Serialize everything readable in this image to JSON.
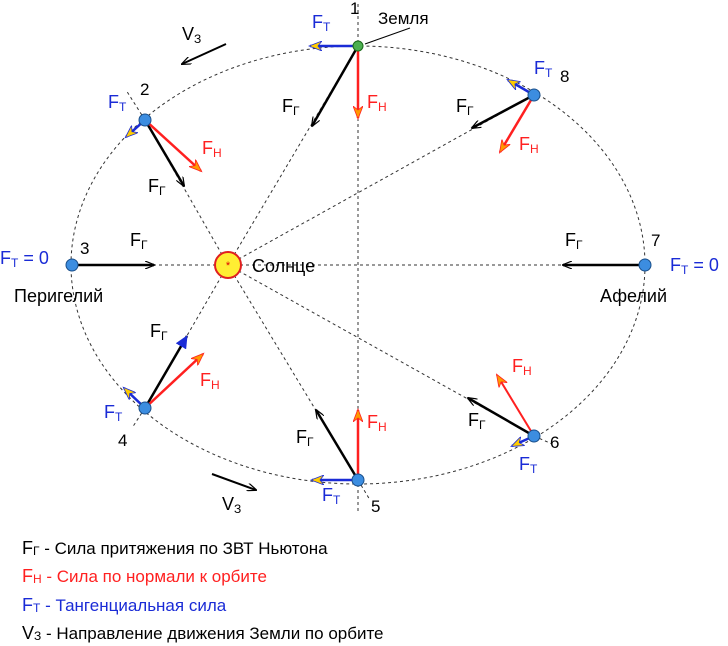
{
  "colors": {
    "gravity": "#000000",
    "normal": "#ff2020",
    "tangent": "#1a2bd6",
    "orange": "#ff9900",
    "earth": "#3c8de0",
    "sun": "#ffee33"
  },
  "labels": {
    "earth": "Земля",
    "sun": "Солнце",
    "perihelion": "Перигелий",
    "aphelion": "Афелий",
    "F": "F",
    "V": "V",
    "sub_g": "Г",
    "sub_n": "Н",
    "sub_t": "Т",
    "sub_z": "З",
    "zero": " = 0",
    "points": [
      "1",
      "2",
      "3",
      "4",
      "5",
      "6",
      "7",
      "8"
    ]
  },
  "legend": [
    {
      "sym": "F",
      "sub": "Г",
      "text": " - Сила притяжения по ЗВТ Ньютона",
      "color": "#000000"
    },
    {
      "sym": "F",
      "sub": "Н",
      "text": " - Сила по нормали к орбите",
      "color": "#ff2020"
    },
    {
      "sym": "F",
      "sub": "Т",
      "text": " - Тангенциальная сила",
      "color": "#1a2bd6"
    },
    {
      "sym": "V",
      "sub": "З",
      "text": " - Направление движения Земли по орбите",
      "color": "#000000"
    }
  ]
}
